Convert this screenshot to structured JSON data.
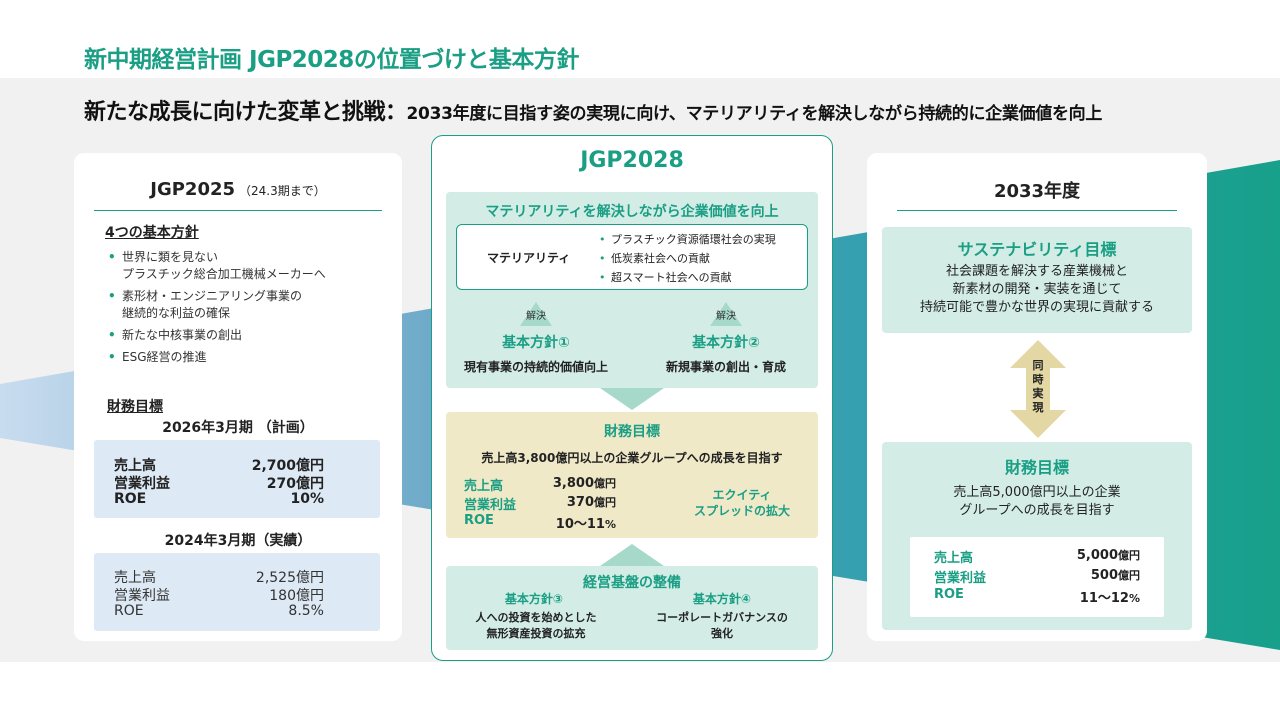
{
  "page_title": "新中期経営計画 JGP2028の位置づけと基本方針",
  "headline": {
    "main": "新たな成長に向けた変革と挑戦：",
    "sub": "2033年度に目指す姿の実現に向け、マテリアリティを解決しながら持続的に企業価値を向上"
  },
  "left": {
    "title": "JGP2025",
    "title_note": "（24.3期まで）",
    "policies_heading": "4つの基本方針",
    "policies": [
      "世界に類を見ない\nプラスチック総合加工機械メーカーへ",
      "素形材・エンジニアリング事業の\n継続的な利益の確保",
      "新たな中核事業の創出",
      "ESG経営の推進"
    ],
    "financial_heading": "財務目標",
    "plan": {
      "period": "2026年3月期 （計画）",
      "rows": [
        {
          "label": "売上高",
          "value": "2,700億円"
        },
        {
          "label": "営業利益",
          "value": "270億円"
        },
        {
          "label": "ROE",
          "value": "10%"
        }
      ]
    },
    "actual": {
      "period": "2024年3月期（実績）",
      "rows": [
        {
          "label": "売上高",
          "value": "2,525億円"
        },
        {
          "label": "営業利益",
          "value": "180億円"
        },
        {
          "label": "ROE",
          "value": "8.5%"
        }
      ]
    }
  },
  "center": {
    "title": "JGP2028",
    "materiality_heading": "マテリアリティを解決しながら企業価値を向上",
    "materiality_label": "マテリアリティ",
    "materiality_items": [
      "プラスチック資源循環社会の実現",
      "低炭素社会への貢献",
      "超スマート社会への貢献"
    ],
    "resolve_label": "解決",
    "policy1_heading": "基本方針①",
    "policy1_text": "現有事業の持続的価値向上",
    "policy2_heading": "基本方針②",
    "policy2_text": "新規事業の創出・育成",
    "financial_heading": "財務目標",
    "financial_sub": "売上高3,800億円以上の企業グループへの成長を目指す",
    "financial_rows": [
      {
        "label": "売上高",
        "num": "3,800",
        "unit": "億円"
      },
      {
        "label": "営業利益",
        "num": "370",
        "unit": "億円"
      },
      {
        "label": "ROE",
        "num": "10～11",
        "unit": "%"
      }
    ],
    "equity_spread": "エクイティ\nスプレッドの拡大",
    "base_heading": "経営基盤の整備",
    "policy3_heading": "基本方針③",
    "policy3_text": "人への投資を始めとした\n無形資産投資の拡充",
    "policy4_heading": "基本方針④",
    "policy4_text": "コーポレートガバナンスの\n強化"
  },
  "right": {
    "title": "2033年度",
    "sustainability_heading": "サステナビリティ目標",
    "sustainability_text": "社会課題を解決する産業機械と\n新素材の開発・実装を通じて\n持続可能で豊かな世界の実現に貢献する",
    "simultaneous_label": "同時実現",
    "financial_heading": "財務目標",
    "financial_text": "売上高5,000億円以上の企業\nグループへの成長を目指す",
    "financial_rows": [
      {
        "label": "売上高",
        "num": "5,000",
        "unit": "億円"
      },
      {
        "label": "営業利益",
        "num": "500",
        "unit": "億円"
      },
      {
        "label": "ROE",
        "num": "11～12",
        "unit": "%"
      }
    ]
  }
}
